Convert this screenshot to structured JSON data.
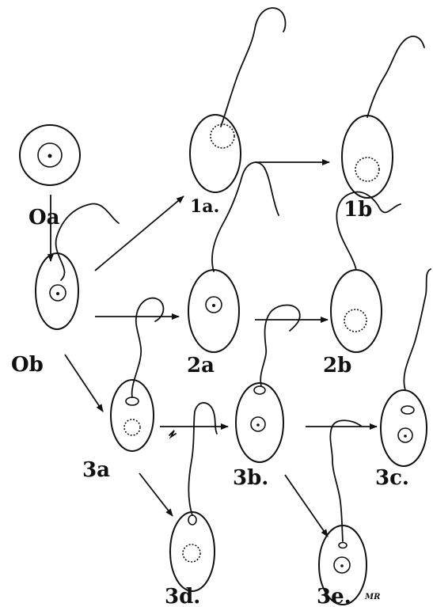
{
  "labels": {
    "l0a": "Oa",
    "l0b": "Ob",
    "l1a": "1a.",
    "l1b": "1b",
    "l2a": "2a",
    "l2b": "2b",
    "l3a": "3a",
    "l3b": "3b.",
    "l3c": "3c.",
    "l3d": "3d.",
    "l3e": "3e.",
    "sig": "MR"
  }
}
